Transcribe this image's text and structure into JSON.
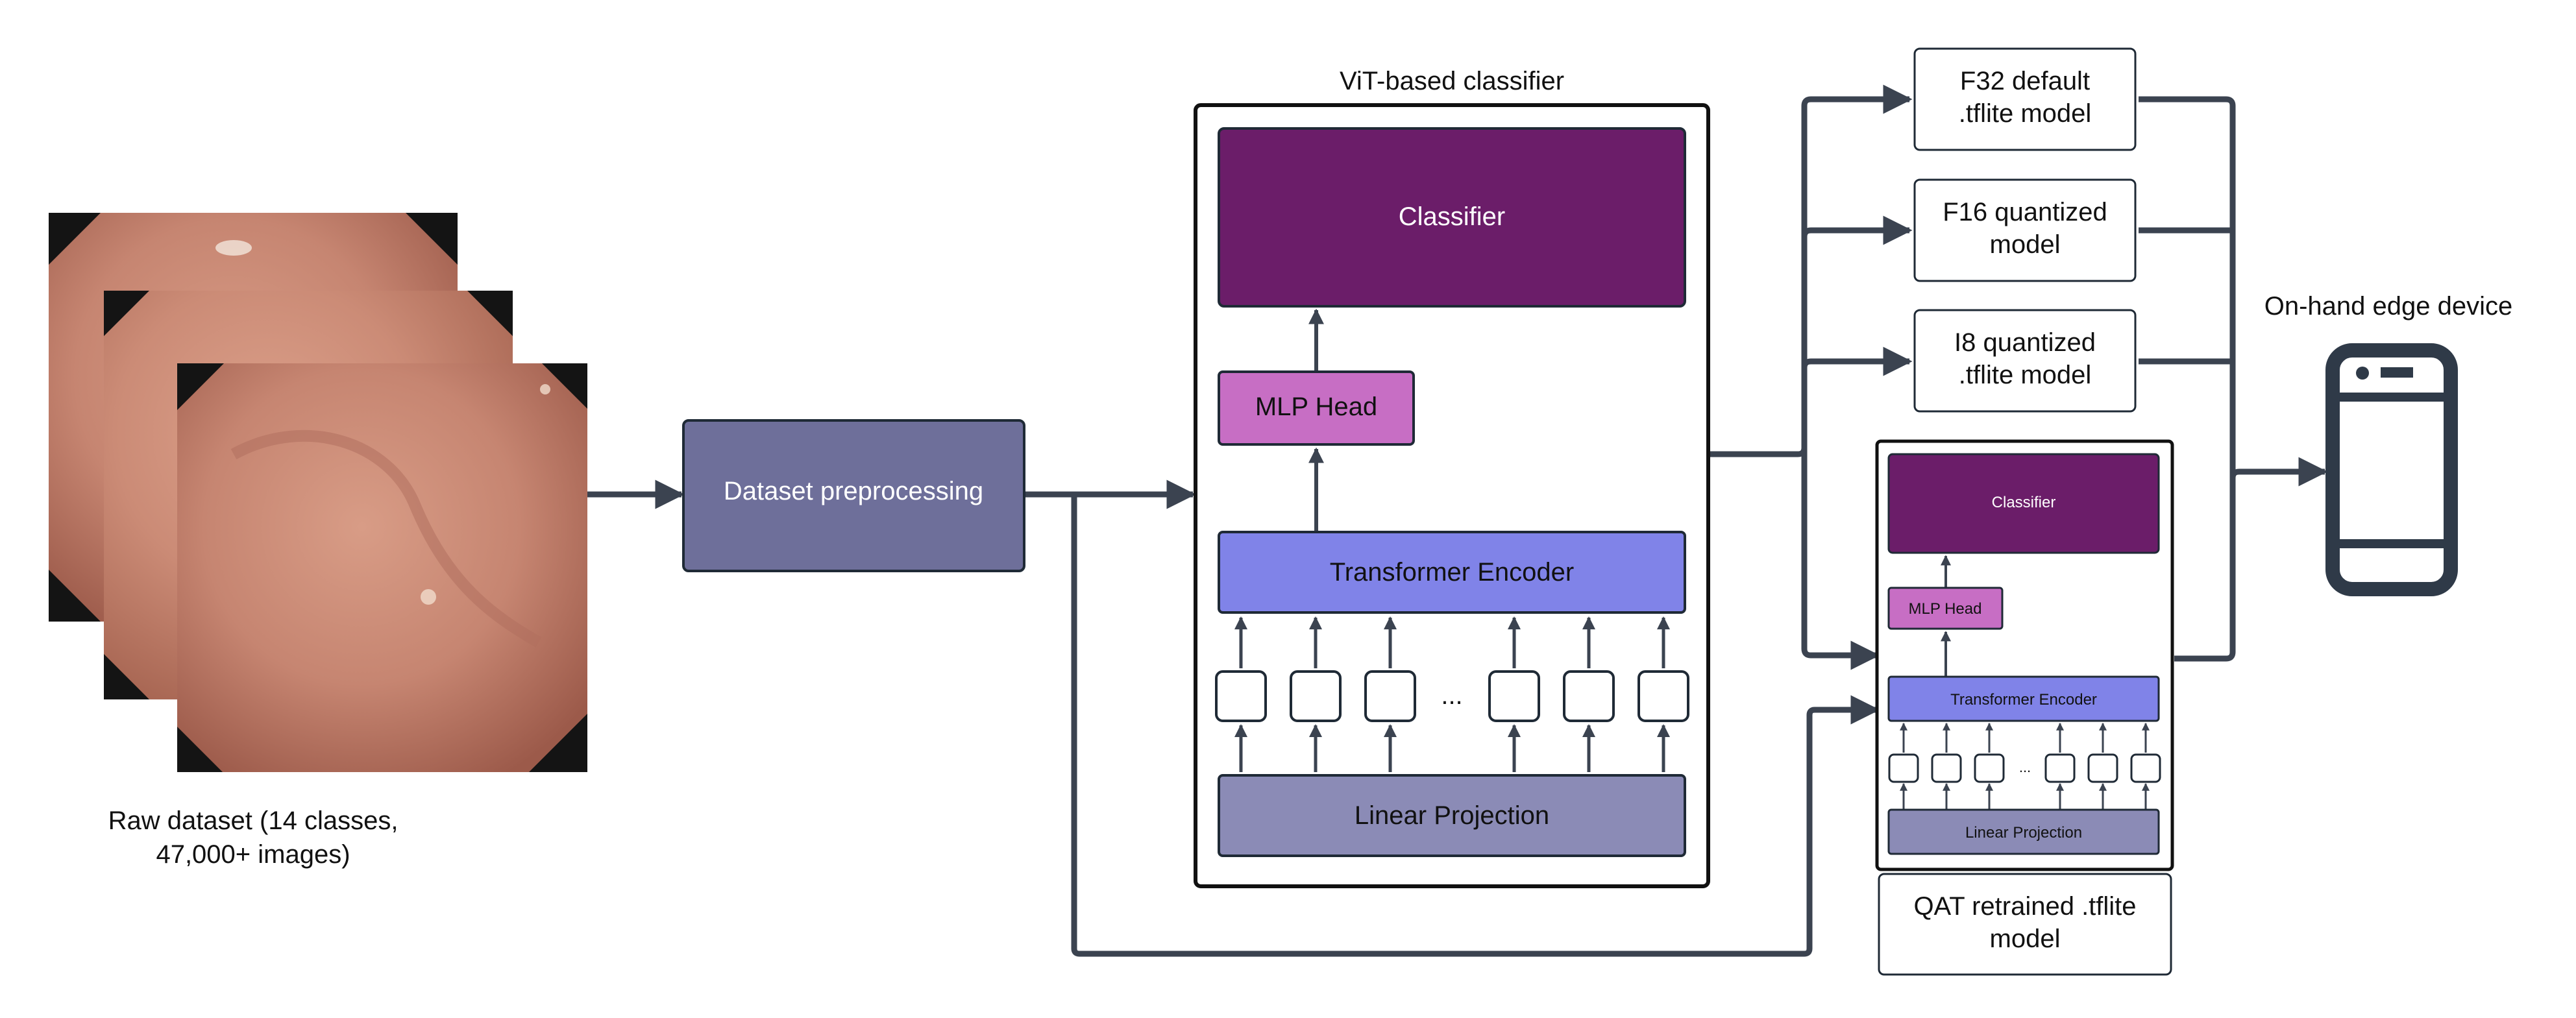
{
  "colors": {
    "line": "#3b4350",
    "box_border": "#1f2a36",
    "classifier": "#6b1d69",
    "mlp_head": "#c76ec4",
    "transformer": "#8083e8",
    "linear_projection": "#8b8bb6",
    "preprocessing": "#6e6f9a",
    "endoscopy_tissue": "#c98a76",
    "endoscopy_dark": "#141414"
  },
  "raw_dataset": {
    "line1": "Raw dataset  (14 classes,",
    "line2": "47,000+ images)"
  },
  "preprocessing": {
    "label": "Dataset preprocessing"
  },
  "vit": {
    "title": "ViT-based classifier",
    "classifier": "Classifier",
    "mlp_head": "MLP Head",
    "transformer": "Transformer Encoder",
    "linear_projection": "Linear Projection",
    "ellipsis": "..."
  },
  "models": [
    {
      "line1": "F32 default",
      "line2": ".tflite model"
    },
    {
      "line1": "F16 quantized",
      "line2": "model"
    },
    {
      "line1": "I8 quantized",
      "line2": ".tflite model"
    }
  ],
  "qat": {
    "classifier": "Classifier",
    "mlp_head": "MLP Head",
    "transformer": "Transformer Encoder",
    "linear_projection": "Linear Projection",
    "ellipsis": "...",
    "label_line1": "QAT retrained .tflite",
    "label_line2": "model"
  },
  "device": {
    "label": "On-hand edge device",
    "icon": "smartphone-icon"
  }
}
